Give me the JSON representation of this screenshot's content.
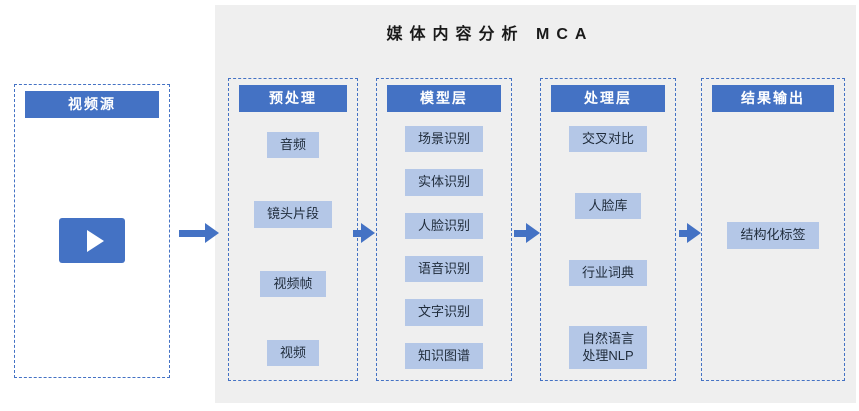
{
  "title": "媒体内容分析 MCA",
  "colors": {
    "header_bg": "#4472C4",
    "item_bg": "#B4C7E7",
    "item_text": "#1F2B3A",
    "arrow": "#4472C4",
    "panel_bg": "#EFEFEF",
    "border": "#4472C4",
    "play_bg": "#4472C4",
    "title_color": "#1A1A1A"
  },
  "columns": [
    {
      "header": "视频源",
      "items": []
    },
    {
      "header": "预处理",
      "items": [
        "音频",
        "镜头片段",
        "视频帧",
        "视频"
      ]
    },
    {
      "header": "模型层",
      "items": [
        "场景识别",
        "实体识别",
        "人脸识别",
        "语音识别",
        "文字识别",
        "知识图谱"
      ]
    },
    {
      "header": "处理层",
      "items": [
        "交叉对比",
        "人脸库",
        "行业词典",
        "自然语言\n处理NLP"
      ]
    },
    {
      "header": "结果输出",
      "items": [
        "结构化标签"
      ]
    }
  ]
}
